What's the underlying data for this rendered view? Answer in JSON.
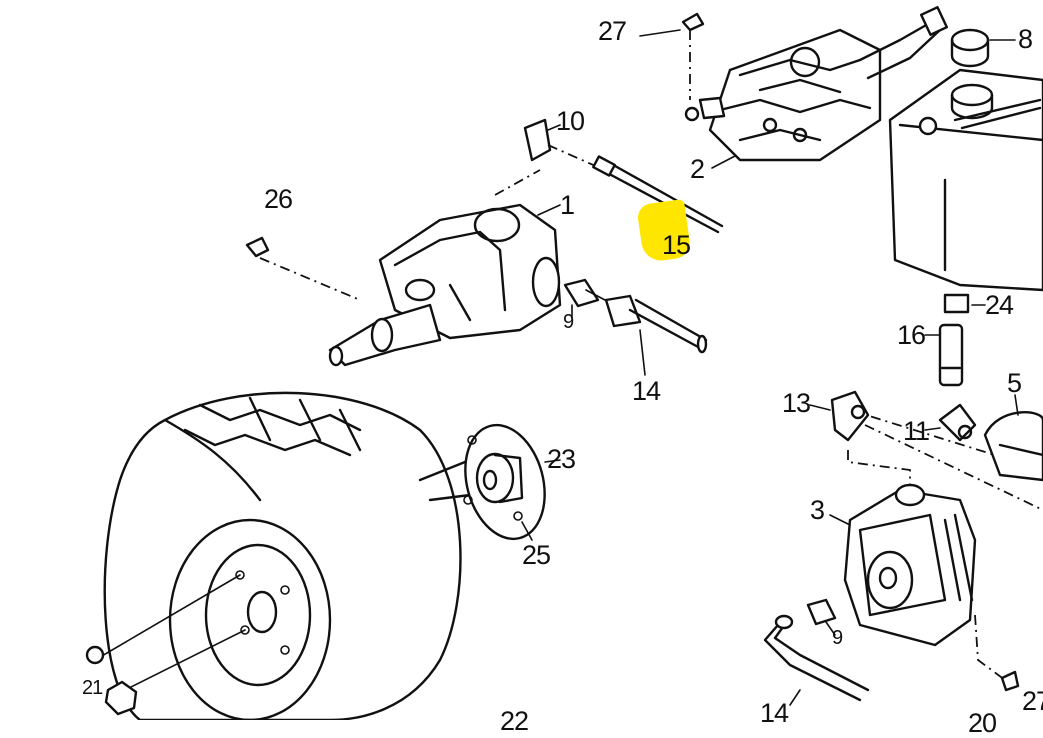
{
  "diagram": {
    "highlight_color": "#ffe600",
    "highlighted_part": "15",
    "callouts": [
      {
        "id": "c27a",
        "text": "27"
      },
      {
        "id": "c8",
        "text": "8"
      },
      {
        "id": "c10",
        "text": "10"
      },
      {
        "id": "c2",
        "text": "2"
      },
      {
        "id": "c26",
        "text": "26"
      },
      {
        "id": "c1",
        "text": "1"
      },
      {
        "id": "c15",
        "text": "15"
      },
      {
        "id": "c24",
        "text": "24"
      },
      {
        "id": "c9a",
        "text": "9"
      },
      {
        "id": "c16",
        "text": "16"
      },
      {
        "id": "c14a",
        "text": "14"
      },
      {
        "id": "c5",
        "text": "5"
      },
      {
        "id": "c13",
        "text": "13"
      },
      {
        "id": "c11",
        "text": "11"
      },
      {
        "id": "c23",
        "text": "23"
      },
      {
        "id": "c3",
        "text": "3"
      },
      {
        "id": "c25",
        "text": "25"
      },
      {
        "id": "c9b",
        "text": "9"
      },
      {
        "id": "c21",
        "text": "21"
      },
      {
        "id": "c14b",
        "text": "14"
      },
      {
        "id": "c22",
        "text": "22"
      },
      {
        "id": "c20",
        "text": "20"
      },
      {
        "id": "c27b",
        "text": "27"
      }
    ]
  }
}
